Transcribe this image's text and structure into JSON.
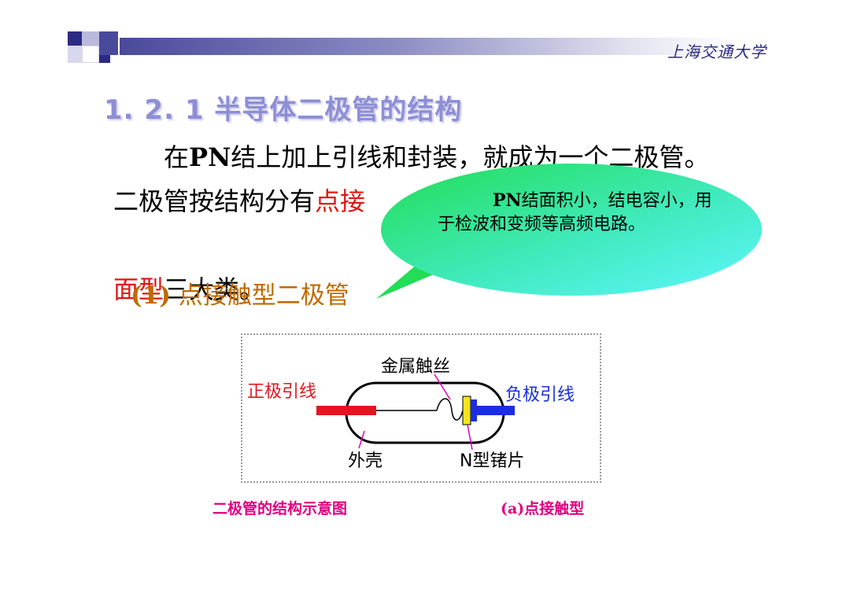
{
  "header": {
    "logo_text": "上海交通大学"
  },
  "title": "1. 2. 1  半导体二极管的结构",
  "paragraph": {
    "part1": "在",
    "pn": "PN",
    "part2": "结上加上引线和封装，就成为一个二极管。二极管按结构分有",
    "red1": "点接",
    "red2": "面型",
    "part3": "三大类。"
  },
  "callout": {
    "pn": "PN",
    "text1": "结面积小，结电容小，用于检波和变频等高频电路。"
  },
  "subheading": {
    "num": "(1)",
    "text": " 点接触型二极管"
  },
  "diagram": {
    "labels": {
      "wire": "金属触丝",
      "positive": "正极引线",
      "negative": "负极引线",
      "shell": "外壳",
      "ntype": "N型锗片"
    },
    "colors": {
      "positive": "#e21520",
      "negative": "#1a2ee0",
      "ntype_wafer": "#f5e61a",
      "pointer": "#e000c0"
    }
  },
  "captions": {
    "left": "二极管的结构示意图",
    "right": "(a)点接触型"
  }
}
